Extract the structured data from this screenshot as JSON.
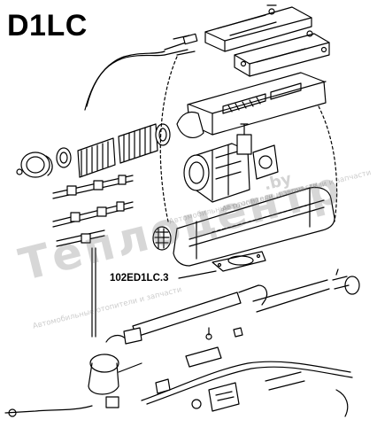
{
  "diagram": {
    "title": "D1LC",
    "callout_label": "102ED1LC.3",
    "watermark": {
      "main": "Теплоцентр",
      "domain": ".by",
      "tagline_1": "Автомобильные отопители и запчасти",
      "tagline_2": "Автомобильные отопители и запчасти",
      "tagline_3": "Автомобильные отопители и запчасти"
    },
    "colors": {
      "ink": "#000000",
      "watermark": "#8a8a8a",
      "background": "#ffffff"
    }
  }
}
